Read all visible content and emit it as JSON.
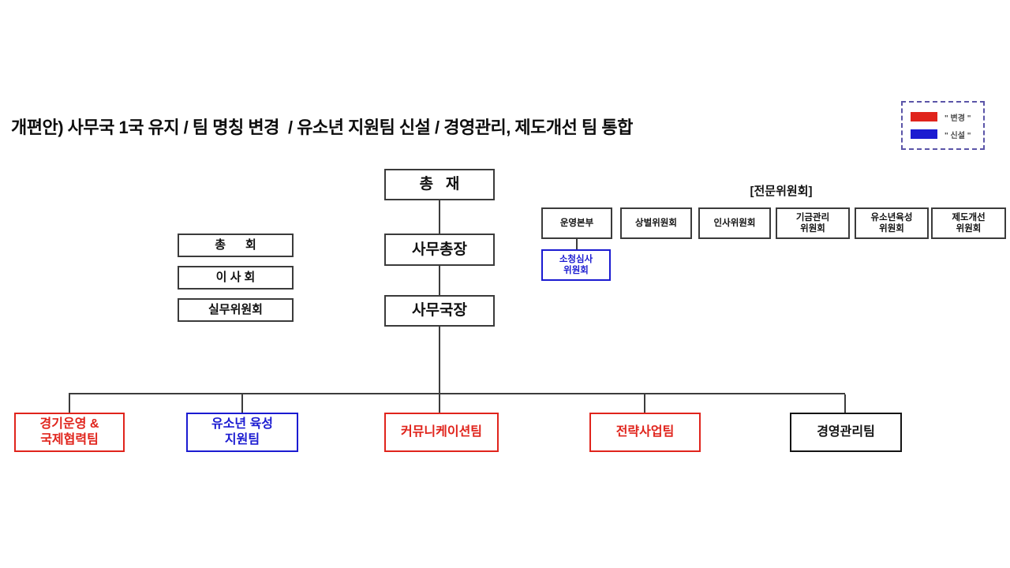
{
  "title": "개편안) 사무국 1국 유지 / 팀 명칭 변경  / 유소년 지원팀 신설 / 경영관리, 제도개선 팀 통합",
  "legend": {
    "items": [
      {
        "label": "\" 변경 \"",
        "status": "changed",
        "color": "#e0241c"
      },
      {
        "label": "\" 신설 \"",
        "status": "new",
        "color": "#1b1bd1"
      }
    ]
  },
  "colors": {
    "changed": "#e0241c",
    "new": "#1b1bd1",
    "default": "#141414",
    "line": "#3c3c3c"
  },
  "hierarchy": {
    "chairman": "총   재",
    "secretary_general": "사무총장",
    "bureau_chief": "사무국장"
  },
  "governance": {
    "general_assembly": "총      회",
    "board_of_directors": "이 사 회",
    "working_committee": "실무위원회"
  },
  "committees": {
    "header": "[전문위원회]",
    "items": [
      {
        "label": "운영본부"
      },
      {
        "label": "상벌위원회"
      },
      {
        "label": "인사위원회"
      },
      {
        "label": "기금관리\n위원회"
      },
      {
        "label": "유소년육성\n위원회"
      },
      {
        "label": "제도개선\n위원회"
      }
    ],
    "appeal": {
      "label": "소청심사\n위원회",
      "status": "new",
      "color": "#1b1bd1"
    }
  },
  "teams": [
    {
      "label": "경기운영 &\n국제협력팀",
      "status": "changed",
      "color": "#e0241c"
    },
    {
      "label": "유소년 육성\n지원팀",
      "status": "new",
      "color": "#1b1bd1"
    },
    {
      "label": "커뮤니케이션팀",
      "status": "changed",
      "color": "#e0241c"
    },
    {
      "label": "전략사업팀",
      "status": "changed",
      "color": "#e0241c"
    },
    {
      "label": "경영관리팀",
      "status": "default",
      "color": "#141414"
    }
  ]
}
